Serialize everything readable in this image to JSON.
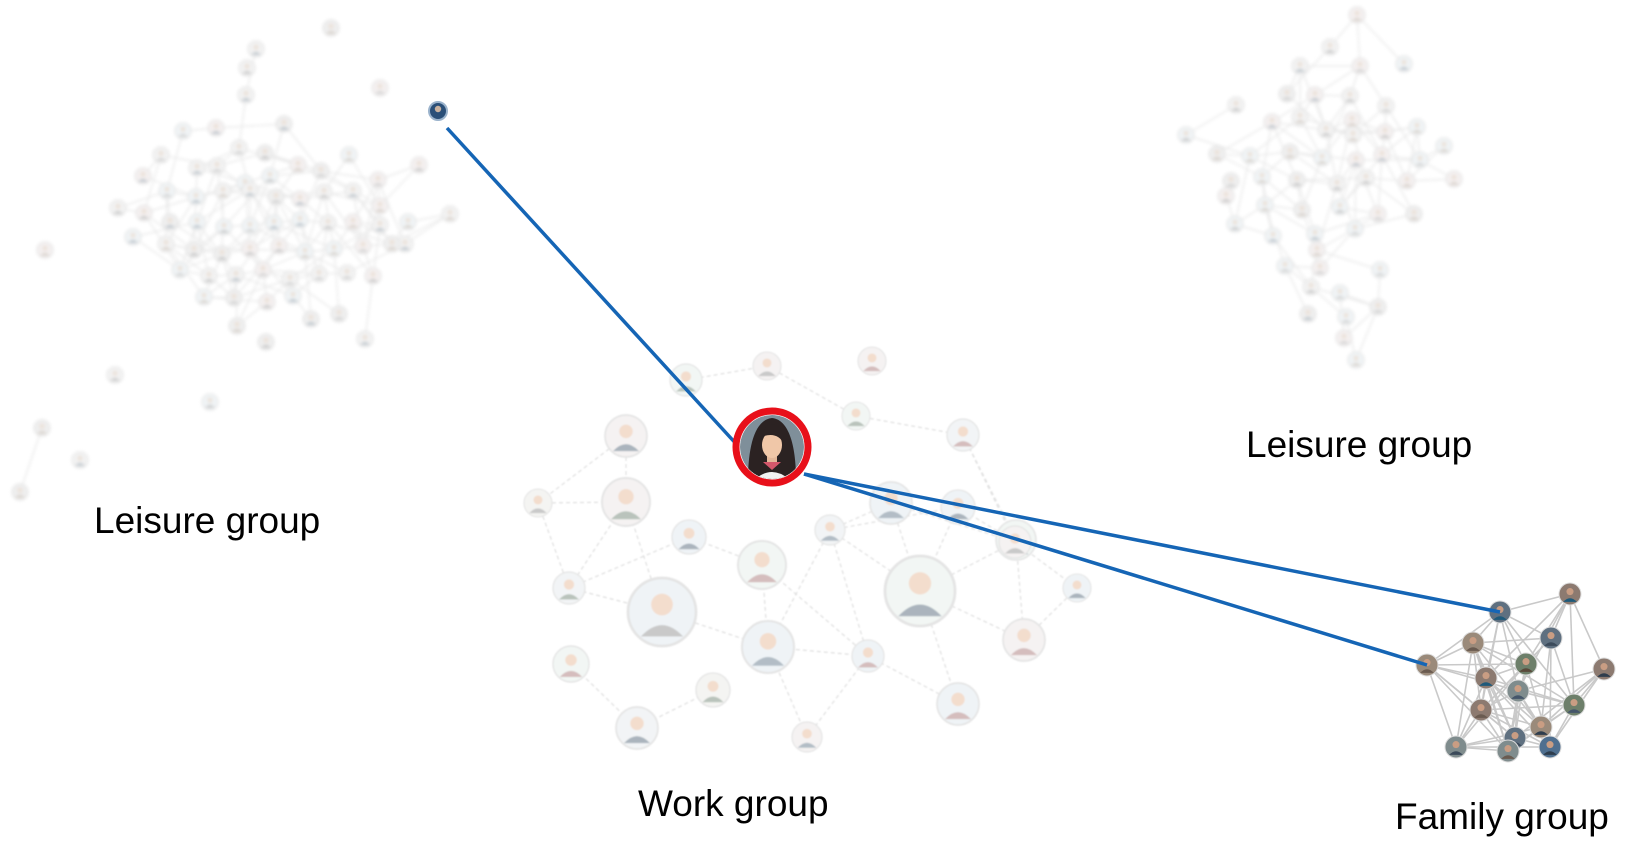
{
  "labels": {
    "leisure_left": "Leisure group",
    "leisure_right": "Leisure group",
    "work": "Work group",
    "family": "Family group"
  },
  "colors": {
    "connection": "#1565b5",
    "highlight_ring": "#e8101a",
    "faded_node": "#d9d9d9",
    "faded_edge": "#e6e6e6"
  },
  "icons": {
    "center_person": "woman-avatar-icon",
    "peripheral": "person-avatar-icon"
  }
}
